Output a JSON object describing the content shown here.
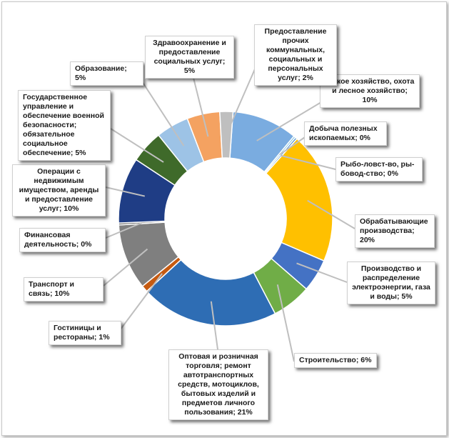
{
  "chart_data": {
    "type": "pie",
    "categories": [
      "Сельское хозяйство, охота и лесное хозяйство",
      "Добыча полезных ископаемых",
      "Рыбо-ловст-во, ры-бовод-ство",
      "Обрабатывающие производства",
      "Производство и распределение электроэнергии, газа и воды",
      "Строительство",
      "Оптовая и розничная торговля; ремонт автотранспортных средств, мотоциклов, бытовых изделий и предметов личного пользования",
      "Гостиницы и рестораны",
      "Транспорт и связь",
      "Финансовая деятельность",
      "Операции с недвижимым имуществом, аренды и предоставление услуг",
      "Государственное управление и обеспечение военной безопасности; обязательное социальное обеспечение",
      "Образование",
      "Здравоохранение и предоставление социальных услуг",
      "Предоставление прочих коммунальных, социальных и персональных услуг"
    ],
    "values": [
      10,
      0.3,
      0.3,
      20,
      5,
      6,
      21,
      1,
      10,
      0.3,
      10,
      5,
      5,
      5,
      2
    ],
    "colors": [
      "#7aace0",
      "#8ecae6",
      "#4a8ccc",
      "#ffc000",
      "#4472c4",
      "#70ad47",
      "#2e6db4",
      "#c55a11",
      "#7f7f7f",
      "#5a5a5a",
      "#1f3d85",
      "#3f6a2a",
      "#9dc3e6",
      "#f4a261",
      "#bfbfbf"
    ]
  },
  "labels": {
    "agriculture": "…ское хозяйство, охота и лесное хозяйство; 10%",
    "mining": "Добыча полезных ископаемых; 0%",
    "fishing": "Рыбо-ловст-во, ры-бовод-ство; 0%",
    "manufacturing": "Обрабатывающие производства; 20%",
    "energy": "Производство и распределение электроэнергии, газа и воды; 5%",
    "construction": "Строительство; 6%",
    "trade": "Оптовая и розничная торговля; ремонт автотранспортных средств, мотоциклов, бытовых изделий и предметов личного пользования; 21%",
    "hotels": "Гостиницы и рестораны; 1%",
    "transport": "Транспорт и связь; 10%",
    "finance": "Финансовая деятельность; 0%",
    "realestate": "Операции с недвижимым имуществом, аренды и предоставление услуг; 10%",
    "government": "Государственное управление и обеспечение военной безопасности; обязательное социальное обеспечение; 5%",
    "education": "Образование; 5%",
    "health": "Здравоохранение и предоставление социальных услуг; 5%",
    "other_services": "Предоставление прочих коммунальных, социальных и персональных услуг; 2%"
  }
}
